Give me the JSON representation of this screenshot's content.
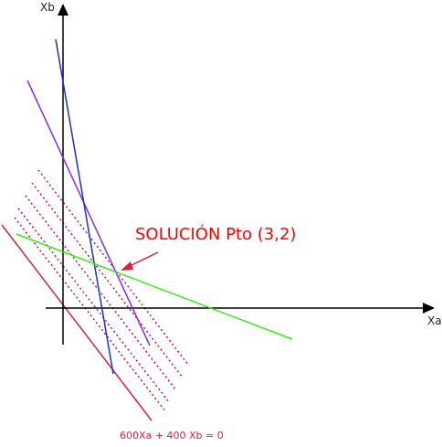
{
  "axes": {
    "x_label": "Xa",
    "y_label": "Xb",
    "color": "#000000"
  },
  "solution": {
    "label": "SOLUCIÓN Pto (3,2)",
    "color": "#ff0000"
  },
  "objective": {
    "label": "600Xa + 400 Xb = 0",
    "color": "#dd1f43",
    "level_line_color": "#cc0033"
  },
  "constraints": [
    {
      "name": "blue-constraint",
      "color": "#1a2fd6"
    },
    {
      "name": "purple-constraint",
      "color": "#8a2be2"
    },
    {
      "name": "green-constraint",
      "color": "#33ee11"
    }
  ]
}
